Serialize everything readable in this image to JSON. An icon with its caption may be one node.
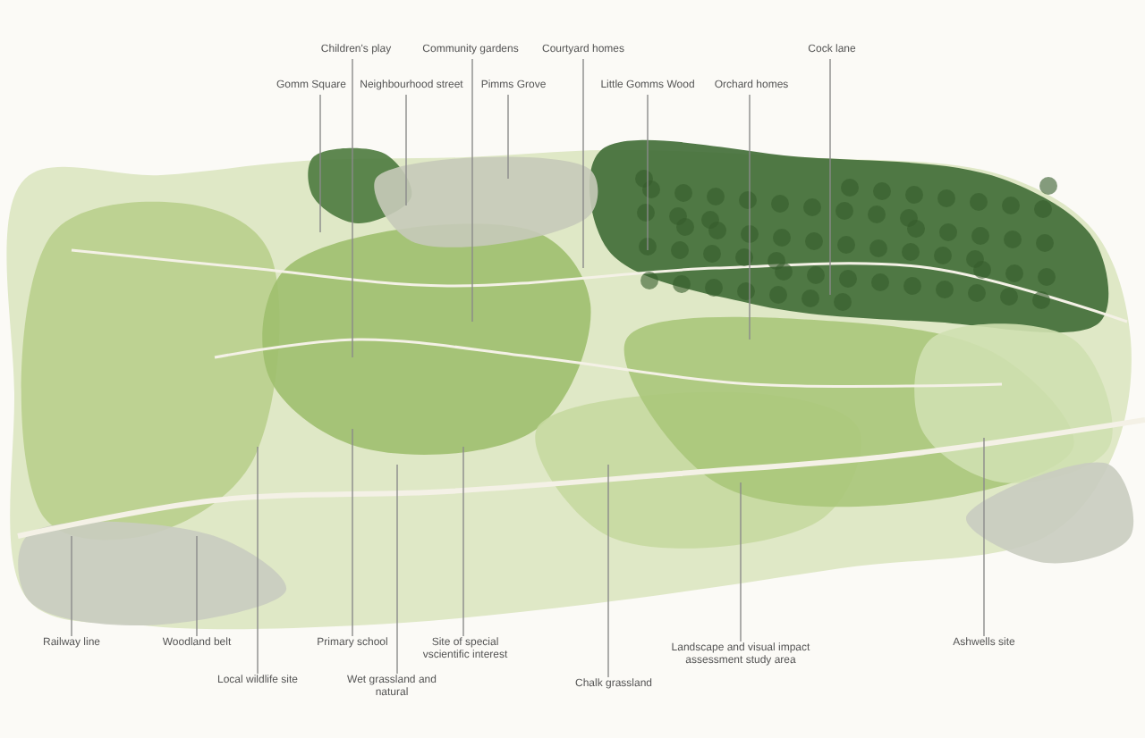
{
  "diagram": {
    "nodes": [
      {
        "text": [
          "Children's play"
        ]
      },
      {
        "text": [
          "Community gardens"
        ]
      },
      {
        "text": [
          "Courtyard homes"
        ]
      },
      {
        "text": [
          "Cock lane"
        ]
      },
      {
        "text": [
          "Gomm Square"
        ]
      },
      {
        "text": [
          "Neighbourhood street"
        ]
      },
      {
        "text": [
          "Pimms Grove"
        ]
      },
      {
        "text": [
          "Little Gomms Wood"
        ]
      },
      {
        "text": [
          "Orchard homes"
        ]
      },
      {
        "text": [
          "Railway line"
        ]
      },
      {
        "text": [
          "Woodland belt"
        ]
      },
      {
        "text": [
          "Primary school"
        ]
      },
      {
        "text": [
          "Site of special vscientific interest"
        ]
      },
      {
        "text": [
          "Landscape and visual impact assessment study area"
        ]
      },
      {
        "text": [
          "Ashwells site"
        ]
      },
      {
        "text": [
          "Local wildlife site"
        ]
      },
      {
        "text": [
          "Wet grassland and natural"
        ]
      },
      {
        "text": [
          "Chalk grassland"
        ]
      }
    ],
    "edges": [
      {
        "from": 0,
        "to": null,
        "arrow": "none"
      },
      {
        "from": 1,
        "to": null,
        "arrow": "none"
      },
      {
        "from": 2,
        "to": null,
        "arrow": "none"
      },
      {
        "from": 3,
        "to": null,
        "arrow": "none"
      },
      {
        "from": 4,
        "to": null,
        "arrow": "none"
      },
      {
        "from": 5,
        "to": null,
        "arrow": "none"
      },
      {
        "from": 6,
        "to": null,
        "arrow": "none"
      },
      {
        "from": 7,
        "to": null,
        "arrow": "none"
      },
      {
        "from": 8,
        "to": null,
        "arrow": "none"
      },
      {
        "from": 9,
        "to": null,
        "arrow": "none"
      },
      {
        "from": 10,
        "to": null,
        "arrow": "none"
      },
      {
        "from": 11,
        "to": null,
        "arrow": "none"
      },
      {
        "from": 12,
        "to": null,
        "arrow": "none"
      },
      {
        "from": 13,
        "to": null,
        "arrow": "none"
      },
      {
        "from": 14,
        "to": null,
        "arrow": "none"
      },
      {
        "from": 15,
        "to": null,
        "arrow": "none"
      },
      {
        "from": 16,
        "to": null,
        "arrow": "none"
      },
      {
        "from": 17,
        "to": null,
        "arrow": "none"
      }
    ]
  }
}
